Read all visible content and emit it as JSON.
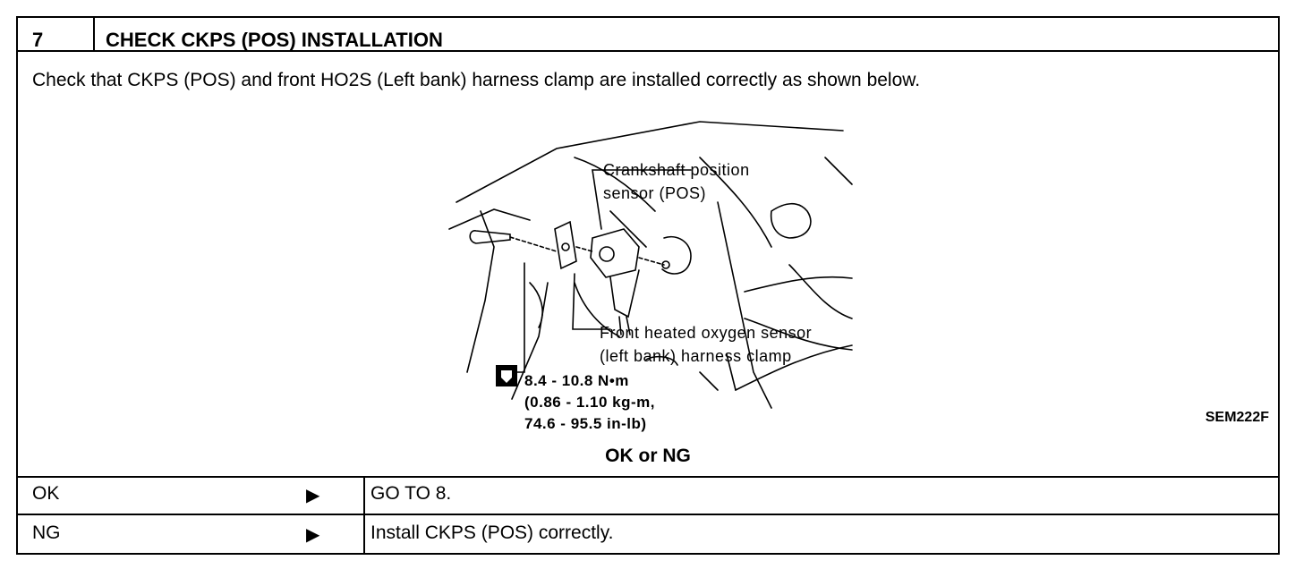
{
  "header": {
    "step_number": "7",
    "title": "CHECK CKPS (POS) INSTALLATION"
  },
  "body": {
    "instruction": "Check that CKPS (POS) and front HO2S (Left bank) harness clamp are installed correctly as shown below.",
    "figure": {
      "callout_sensor_line1": "Crankshaft position",
      "callout_sensor_line2": "sensor (POS)",
      "callout_clamp_line1": "Front heated oxygen sensor",
      "callout_clamp_line2": "(left bank) harness clamp",
      "torque_line1": "8.4 - 10.8 N•m",
      "torque_line2": "(0.86 - 1.10 kg-m,",
      "torque_line3": "74.6 - 95.5 in-lb)",
      "figure_code": "SEM222F"
    },
    "ok_ng": "OK or NG"
  },
  "results": [
    {
      "label": "OK",
      "arrow": "▶",
      "action": "GO TO 8."
    },
    {
      "label": "NG",
      "arrow": "▶",
      "action": "Install CKPS (POS) correctly."
    }
  ]
}
